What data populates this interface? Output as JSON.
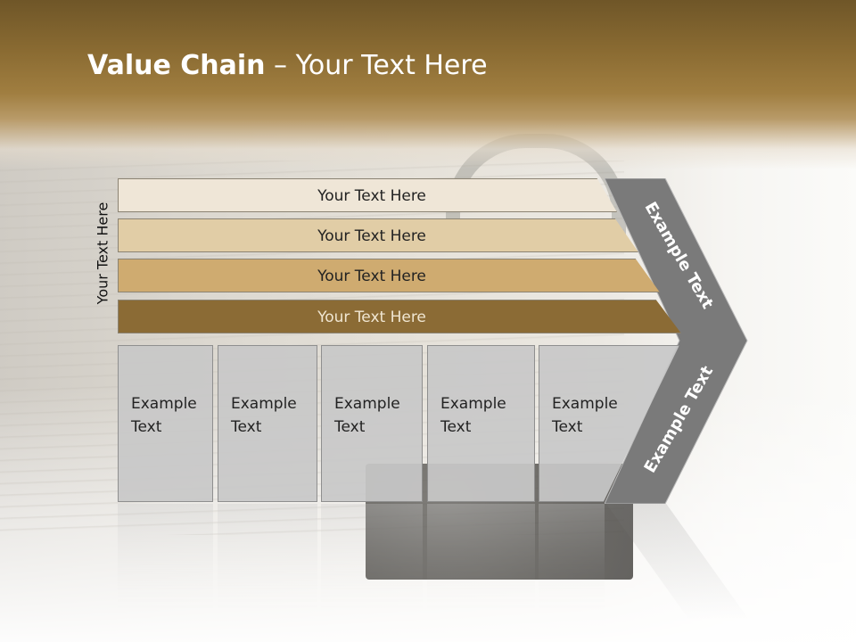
{
  "title": {
    "bold": "Value Chain",
    "rest": " – Your Text Here"
  },
  "side_label": "Your Text Here",
  "bars": [
    {
      "label": "Your Text Here",
      "color": "#efe6d7"
    },
    {
      "label": "Your Text Here",
      "color": "#e1cda6"
    },
    {
      "label": "Your Text Here",
      "color": "#cfab70"
    },
    {
      "label": "Your Text Here",
      "color": "#8b6b35"
    }
  ],
  "boxes": [
    {
      "line1": "Example",
      "line2": "Text"
    },
    {
      "line1": "Example",
      "line2": "Text"
    },
    {
      "line1": "Example",
      "line2": "Text"
    },
    {
      "line1": "Example",
      "line2": "Text"
    },
    {
      "line1": "Example",
      "line2": "Text"
    }
  ],
  "chevron": {
    "upper_label": "Example Text",
    "lower_label": "Example Text",
    "color": "#7a7a7a"
  }
}
